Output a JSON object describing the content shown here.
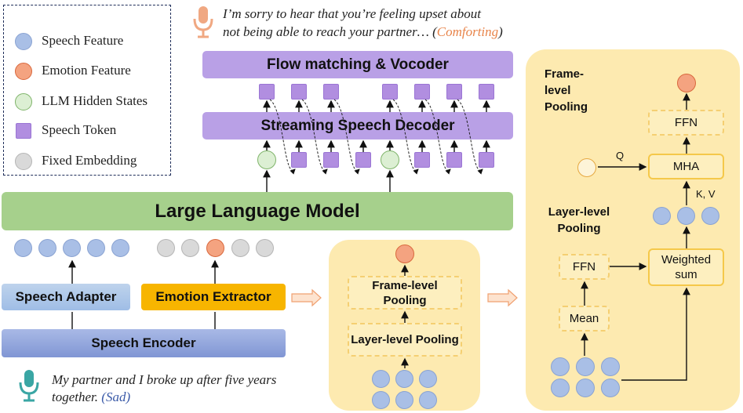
{
  "legend": {
    "items": [
      {
        "label": "Speech Feature",
        "kind": "speech"
      },
      {
        "label": "Emotion Feature",
        "kind": "emotion"
      },
      {
        "label": "LLM Hidden States",
        "kind": "hidden"
      },
      {
        "label": "Speech Token",
        "kind": "token"
      },
      {
        "label": "Fixed Embedding",
        "kind": "fixed"
      }
    ]
  },
  "response": {
    "line1": "I’m sorry to hear that you’re feeling upset about",
    "line2": "not being able to reach your partner… (",
    "emotion": "Comforting",
    "close": ")"
  },
  "input": {
    "line1": "My partner and I broke up after five years",
    "line2": "together.",
    "emotion": "(Sad)"
  },
  "blocks": {
    "flow": "Flow matching & Vocoder",
    "decoder": "Streaming Speech Decoder",
    "llm": "Large Language Model",
    "adapter": "Speech Adapter",
    "extractor": "Emotion Extractor",
    "encoder": "Speech Encoder"
  },
  "mid_panel": {
    "frame_pool": "Frame-level Pooling",
    "layer_pool": "Layer-level Pooling"
  },
  "right_panel": {
    "frame_title": "Frame-level Pooling",
    "layer_title": "Layer-level Pooling",
    "ffn_top": "FFN",
    "mha": "MHA",
    "q": "Q",
    "kv": "K, V",
    "weighted_sum": "Weighted sum",
    "ffn": "FFN",
    "mean": "Mean"
  },
  "colors": {
    "speech": "#a9bfe6",
    "emotion": "#f4a380",
    "hidden": "#dcefd3",
    "token": "#b18ee0",
    "fixed": "#d9d9d9",
    "llm": "#a6d08c",
    "encoder": "#8ea4d9",
    "extractor": "#f7b500",
    "panel": "#fdeab0",
    "comforting": "#e8844a",
    "sad": "#3a5aa8"
  }
}
